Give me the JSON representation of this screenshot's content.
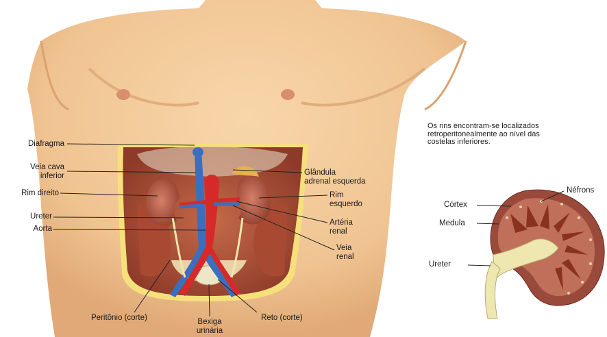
{
  "figure": {
    "left_labels": {
      "diafragma": "Diafragma",
      "veia_cava_1": "Veia cava",
      "veia_cava_2": "inferior",
      "rim_direito": "Rim direito",
      "ureter": "Ureter",
      "aorta": "Aorta"
    },
    "right_labels": {
      "glandula_1": "Glândula",
      "glandula_2": "adrenal esquerda",
      "rim_esq_1": "Rim",
      "rim_esq_2": "esquerdo",
      "arteria_1": "Artéria",
      "arteria_2": "renal",
      "veia_1": "Veia",
      "veia_2": "renal"
    },
    "bottom_labels": {
      "peritonio": "Peritônio (corte)",
      "bexiga_1": "Bexiga",
      "bexiga_2": "urinária",
      "reto": "Reto (corte)"
    }
  },
  "note": {
    "line1": "Os rins encontram-se localizados",
    "line2": "retroperitonealmente ao nível das",
    "line3": "costelas inferiores."
  },
  "kidney_section": {
    "nefrons": "Néfrons",
    "cortex": "Córtex",
    "medula": "Medula",
    "ureter": "Ureter"
  },
  "colors": {
    "skin": "#f2c99a",
    "skin_shadow": "#e2ad7a",
    "muscle": "#b25a3c",
    "vein": "#3a6fc0",
    "artery": "#d62a2a",
    "kidney": "#a8473a",
    "ureter_yellow": "#efe6a8"
  }
}
